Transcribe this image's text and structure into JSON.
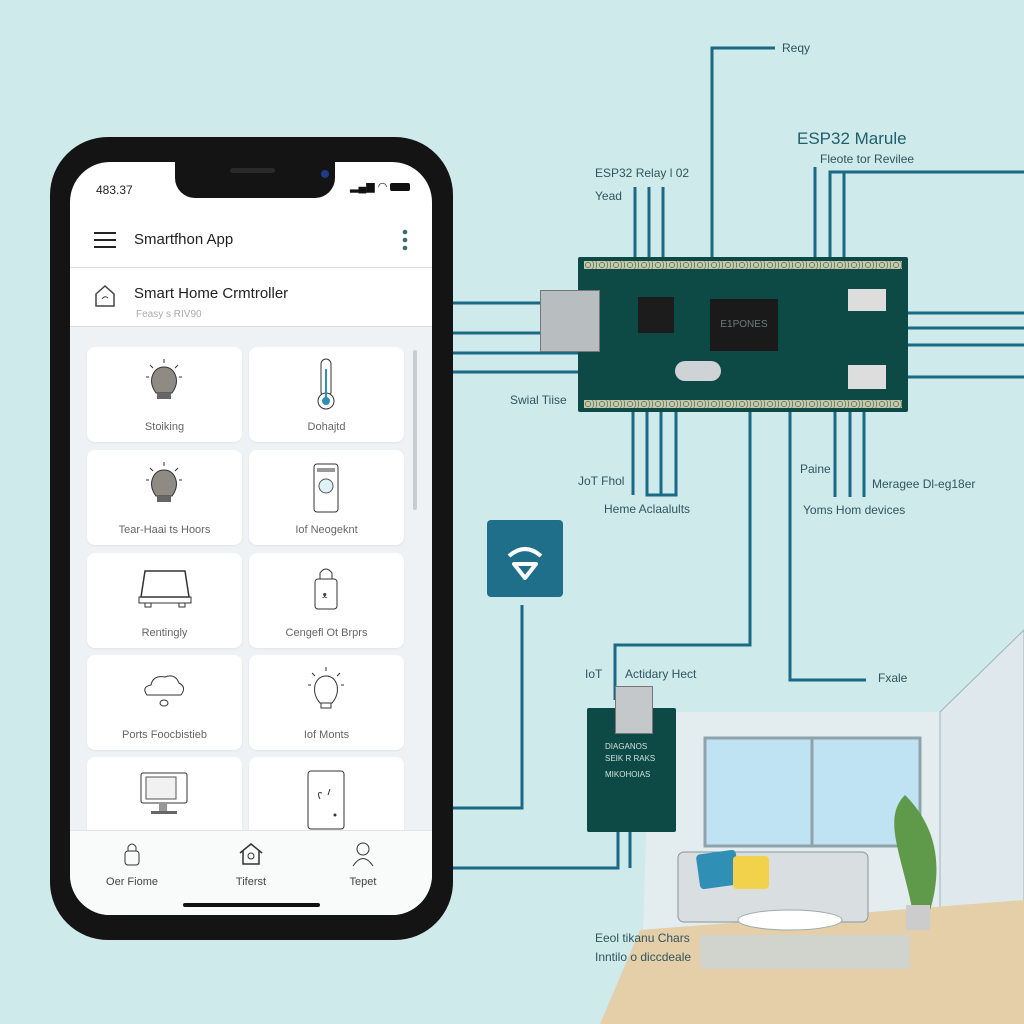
{
  "phone": {
    "status_time": "483.37",
    "app_title": "Smartfhon App",
    "header": {
      "title": "Smart Home Crmtroller",
      "subtitle": "Feasy s RIV90"
    },
    "cards": [
      {
        "label": "Stoiking",
        "icon": "lightbulb-icon"
      },
      {
        "label": "Dohajtd",
        "icon": "thermometer-icon"
      },
      {
        "label": "Tear-Haai ts Hoors",
        "icon": "lightbulb-icon"
      },
      {
        "label": "Iof Neogeknt",
        "icon": "remote-device-icon"
      },
      {
        "label": "Rentingly",
        "icon": "laptop-icon"
      },
      {
        "label": "Cengefl Ot Brprs",
        "icon": "bag-icon"
      },
      {
        "label": "Ports Foocbistieb",
        "icon": "cloud-icon"
      },
      {
        "label": "Iof Monts",
        "icon": "lightbulb-outline-icon"
      },
      {
        "label": "",
        "icon": "monitor-icon"
      },
      {
        "label": "",
        "icon": "door-icon"
      }
    ],
    "nav": [
      {
        "label": "Oer Fiome",
        "icon": "lock-icon"
      },
      {
        "label": "Tiferst",
        "icon": "home-icon"
      },
      {
        "label": "Tepet",
        "icon": "user-icon"
      }
    ]
  },
  "diagram": {
    "labels": {
      "reqy": "Reqy",
      "esp32_module": "ESP32 Marule",
      "esp32_module_sub": "Fleote tor Revilee",
      "esp32_relay": "ESP32 Relay l 02",
      "yead": "Yead",
      "swial": "Swial Tiise",
      "iot_fhol": "JoT Fhol",
      "home_act": "Heme Aclaalults",
      "paine": "Paine",
      "meragee": "Meragee Dl-eg18er",
      "yoms": "Yoms Hom devices",
      "iot2": "IoT",
      "actidary": "Actidary Hect",
      "fxale": "Fxale",
      "eeol": "Eeol tikanu Chars",
      "inntilo": "Inntilo o diccdeale"
    },
    "main_chip": "E1PONES",
    "small_board_text": [
      "DIAGANOS",
      "SEIK R RAKS",
      "MIKOHOIAS"
    ],
    "wire_color": "#1a6a86",
    "board_color": "#0e4a45",
    "background_color": "#cfeaea"
  }
}
